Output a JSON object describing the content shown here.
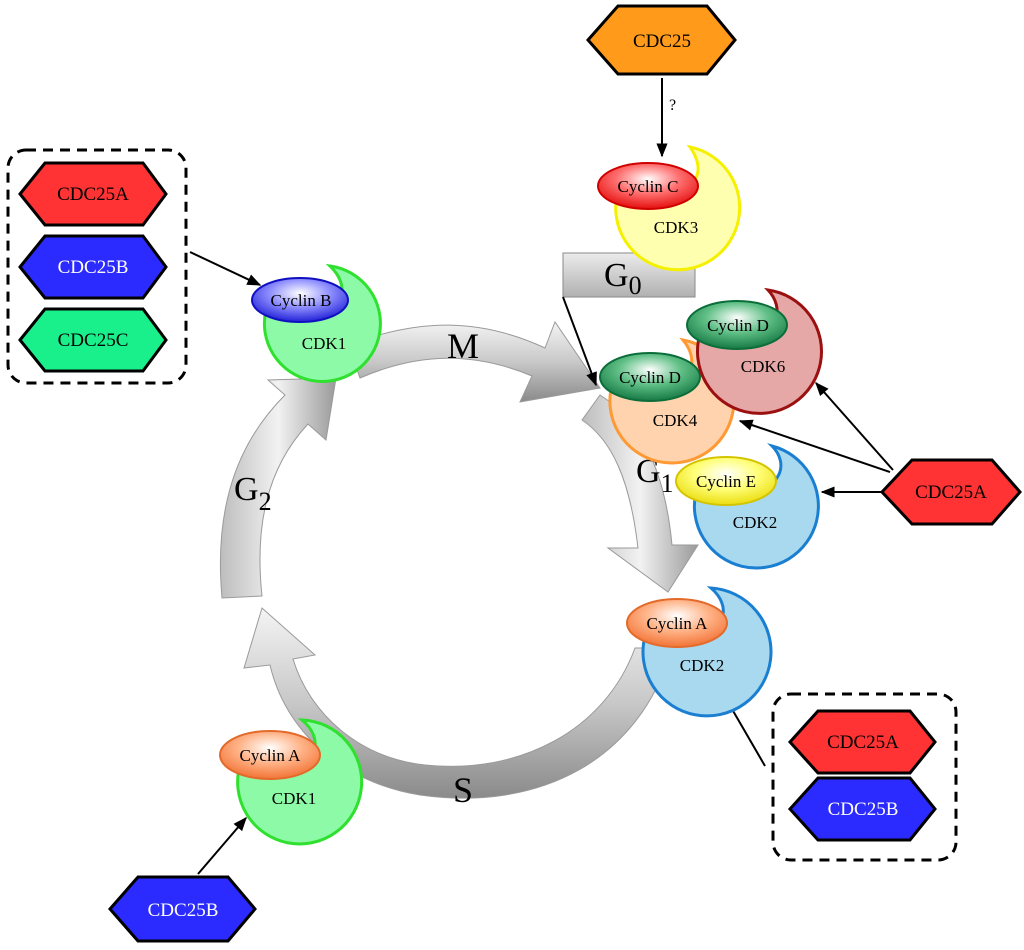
{
  "phases": {
    "m": "M",
    "s": "S",
    "g0": "G",
    "g0_sub": "0",
    "g1": "G",
    "g1_sub": "1",
    "g2": "G",
    "g2_sub": "2"
  },
  "question_mark": "?",
  "complexes": {
    "cyclin_c": {
      "cyclin": "Cyclin C",
      "cdk": "CDK3"
    },
    "cyclin_b": {
      "cyclin": "Cyclin B",
      "cdk": "CDK1"
    },
    "cyclin_d_cdk6": {
      "cyclin": "Cyclin D",
      "cdk": "CDK6"
    },
    "cyclin_d_cdk4": {
      "cyclin": "Cyclin D",
      "cdk": "CDK4"
    },
    "cyclin_e": {
      "cyclin": "Cyclin E",
      "cdk": "CDK2"
    },
    "cyclin_a_right": {
      "cyclin": "Cyclin A",
      "cdk": "CDK2"
    },
    "cyclin_a_left": {
      "cyclin": "Cyclin A",
      "cdk": "CDK1"
    }
  },
  "phosphatases": {
    "top": "CDC25",
    "left_group": [
      "CDC25A",
      "CDC25B",
      "CDC25C"
    ],
    "right": "CDC25A",
    "bottom_right_group": [
      "CDC25A",
      "CDC25B"
    ],
    "bottom_left": "CDC25B"
  },
  "colors": {
    "red": "#ff3333",
    "blue": "#2b2bff",
    "green": "#19f08c",
    "orange": "#ff9a1a",
    "cdk1": "#8dfaa8",
    "cdk1_edge": "#2fe02f",
    "cdk3": "#ffffb0",
    "cdk3_edge": "#f5f000",
    "cdk4": "#ffd3ad",
    "cdk4_edge": "#ff9933",
    "cdk6": "#e6a7a7",
    "cdk6_edge": "#9b1010",
    "cdk2": "#a9d9ef",
    "cdk2_edge": "#1a7fd1"
  }
}
